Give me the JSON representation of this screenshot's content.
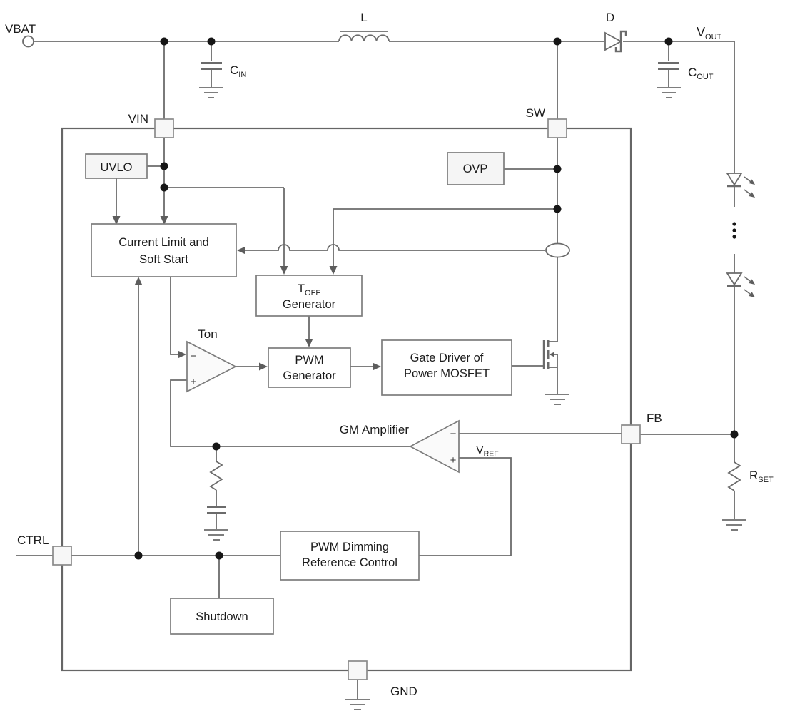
{
  "terminals": {
    "vbat": "VBAT",
    "vout": {
      "main": "V",
      "sub": "OUT"
    }
  },
  "pins": {
    "vin": "VIN",
    "sw": "SW",
    "fb": "FB",
    "ctrl": "CTRL",
    "gnd": "GND"
  },
  "passives": {
    "inductor": "L",
    "diode": "D",
    "cin": {
      "main": "C",
      "sub": "IN"
    },
    "cout": {
      "main": "C",
      "sub": "OUT"
    },
    "rset": {
      "main": "R",
      "sub": "SET"
    }
  },
  "blocks": {
    "uvlo": "UVLO",
    "ovp": "OVP",
    "current_limit": {
      "line1": "Current Limit and",
      "line2": "Soft Start"
    },
    "toff": {
      "main": "T",
      "sub": "OFF",
      "line2": "Generator"
    },
    "pwm_gen": {
      "line1": "PWM",
      "line2": "Generator"
    },
    "gate_driver": {
      "line1": "Gate Driver of",
      "line2": "Power MOSFET"
    },
    "pwm_dimming": {
      "line1": "PWM Dimming",
      "line2": "Reference Control"
    },
    "shutdown": "Shutdown"
  },
  "amplifiers": {
    "ton": {
      "label": "Ton",
      "minus": "−",
      "plus": "+"
    },
    "gm": {
      "label": "GM Amplifier",
      "minus": "−",
      "plus": "+"
    },
    "vref": {
      "main": "V",
      "sub": "REF"
    }
  },
  "colors": {
    "wire": "#6b6b6b",
    "box_border": "#7c7c7c",
    "ic_border": "#666666",
    "text": "#1b1b1b",
    "arrow": "#5d5d5d",
    "junction_dot": "#161616",
    "block_fill": "#ffffff",
    "pin_fill": "#f7f7f7"
  }
}
